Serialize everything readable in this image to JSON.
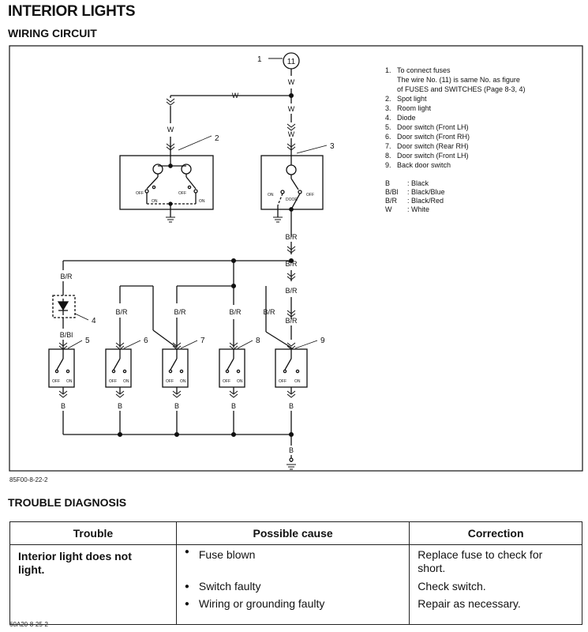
{
  "header": {
    "title": "INTERIOR LIGHTS",
    "subtitle": "WIRING CIRCUIT"
  },
  "circuit": {
    "fuse_number": "11",
    "callouts": [
      "1",
      "2",
      "3",
      "4",
      "5",
      "6",
      "7",
      "8",
      "9"
    ],
    "wire_labels": {
      "white": "W",
      "black_red": "B/R",
      "black_blue": "B/Bl",
      "black": "B"
    },
    "switch_labels": {
      "off": "OFF",
      "on": "ON",
      "door": "DOOR"
    },
    "notes": [
      {
        "num": "1.",
        "lines": [
          "To connect fuses",
          "The wire No. (11) is same No. as figure",
          "of FUSES and SWITCHES (Page 8-3, 4)"
        ]
      },
      {
        "num": "2.",
        "lines": [
          "Spot light"
        ]
      },
      {
        "num": "3.",
        "lines": [
          "Room light"
        ]
      },
      {
        "num": "4.",
        "lines": [
          "Diode"
        ]
      },
      {
        "num": "5.",
        "lines": [
          "Door switch (Front LH)"
        ]
      },
      {
        "num": "6.",
        "lines": [
          "Door switch (Front RH)"
        ]
      },
      {
        "num": "7.",
        "lines": [
          "Door switch (Rear RH)"
        ]
      },
      {
        "num": "8.",
        "lines": [
          "Door switch (Front LH)"
        ]
      },
      {
        "num": "9.",
        "lines": [
          "Back door switch"
        ]
      }
    ],
    "color_legend": [
      {
        "code": "B",
        "name": ": Black"
      },
      {
        "code": "B/Bl",
        "name": ": Black/Blue"
      },
      {
        "code": "B/R",
        "name": ": Black/Red"
      },
      {
        "code": "W",
        "name": ": White"
      }
    ],
    "figure_code": "85F00-8-22-2"
  },
  "diagnosis": {
    "heading": "TROUBLE DIAGNOSIS",
    "columns": [
      "Trouble",
      "Possible cause",
      "Correction"
    ],
    "trouble": "Interior light does not light.",
    "causes": [
      "Fuse blown",
      "Switch faulty",
      "Wiring or grounding faulty"
    ],
    "corrections": [
      "Replace fuse to check for short.",
      "Check switch.",
      "Repair as necessary."
    ],
    "figure_code": "60A20-8-25-2"
  }
}
